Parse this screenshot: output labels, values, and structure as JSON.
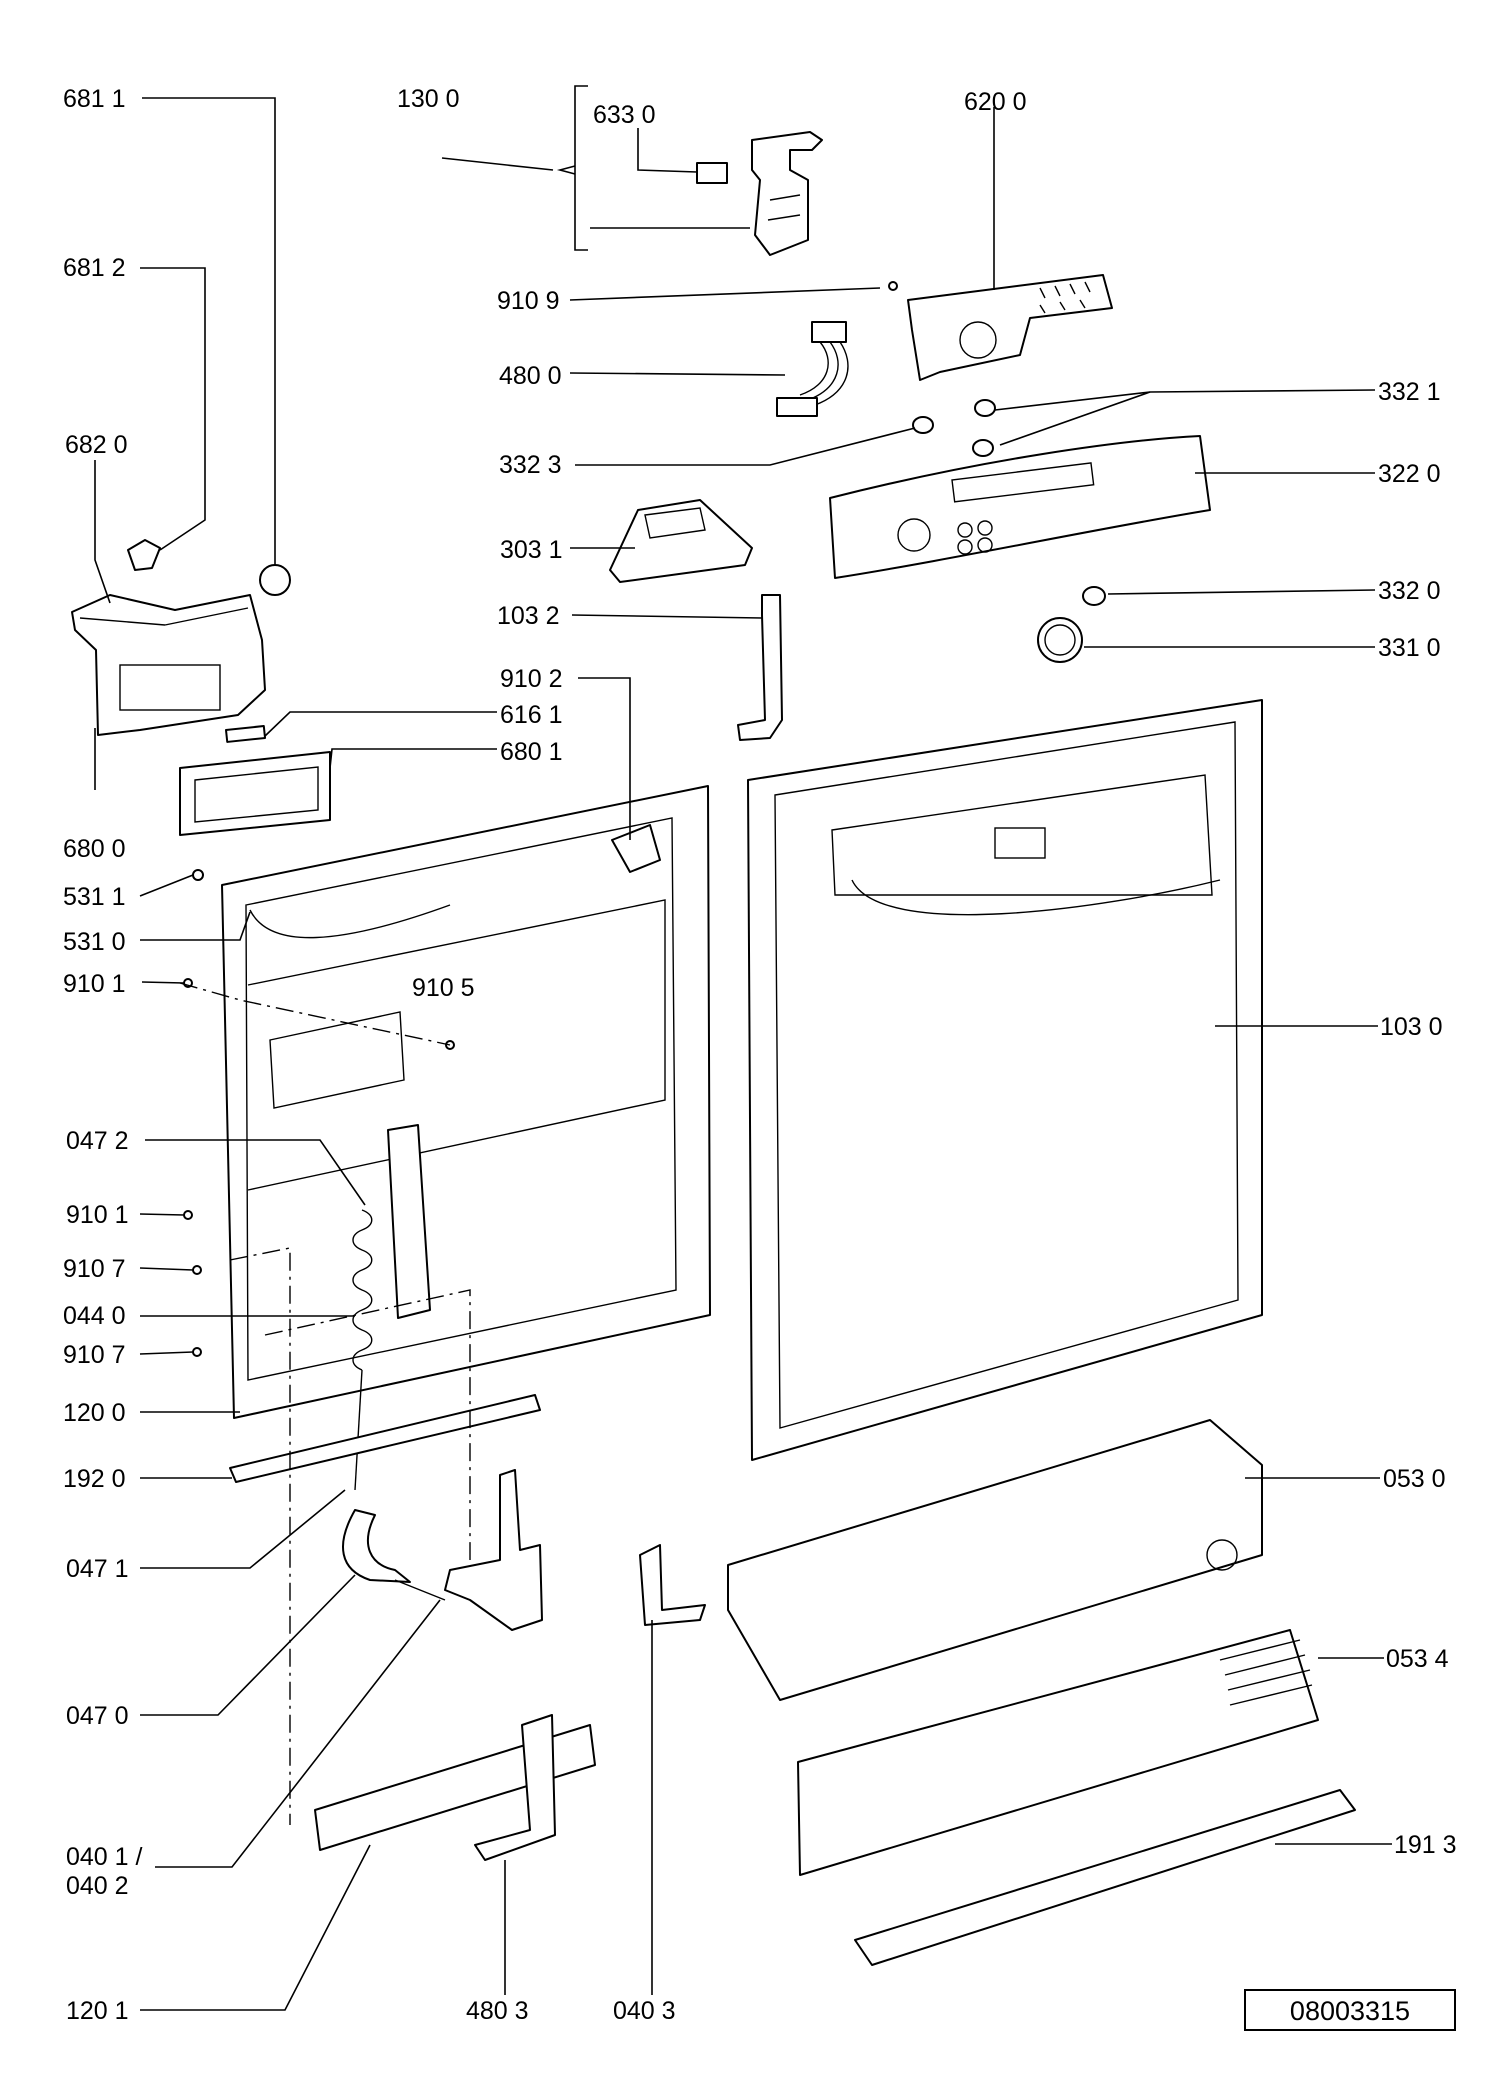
{
  "callouts": [
    "681 1",
    "130 0",
    "633 0",
    "620 0",
    "681 2",
    "910 9",
    "480 0",
    "332 1",
    "682 0",
    "332 3",
    "322 0",
    "303 1",
    "332 0",
    "103 2",
    "331 0",
    "910 2",
    "616 1",
    "680 1",
    "680 0",
    "531 1",
    "531 0",
    "910 1",
    "910 5",
    "103 0",
    "047 2",
    "910 1",
    "910 7",
    "044 0",
    "910 7",
    "120 0",
    "192 0",
    "053 0",
    "047 1",
    "053 4",
    "047 0",
    "040 1 /",
    "040 2",
    "191 3",
    "120 1",
    "480 3",
    "040 3"
  ],
  "document_number": "08003315"
}
